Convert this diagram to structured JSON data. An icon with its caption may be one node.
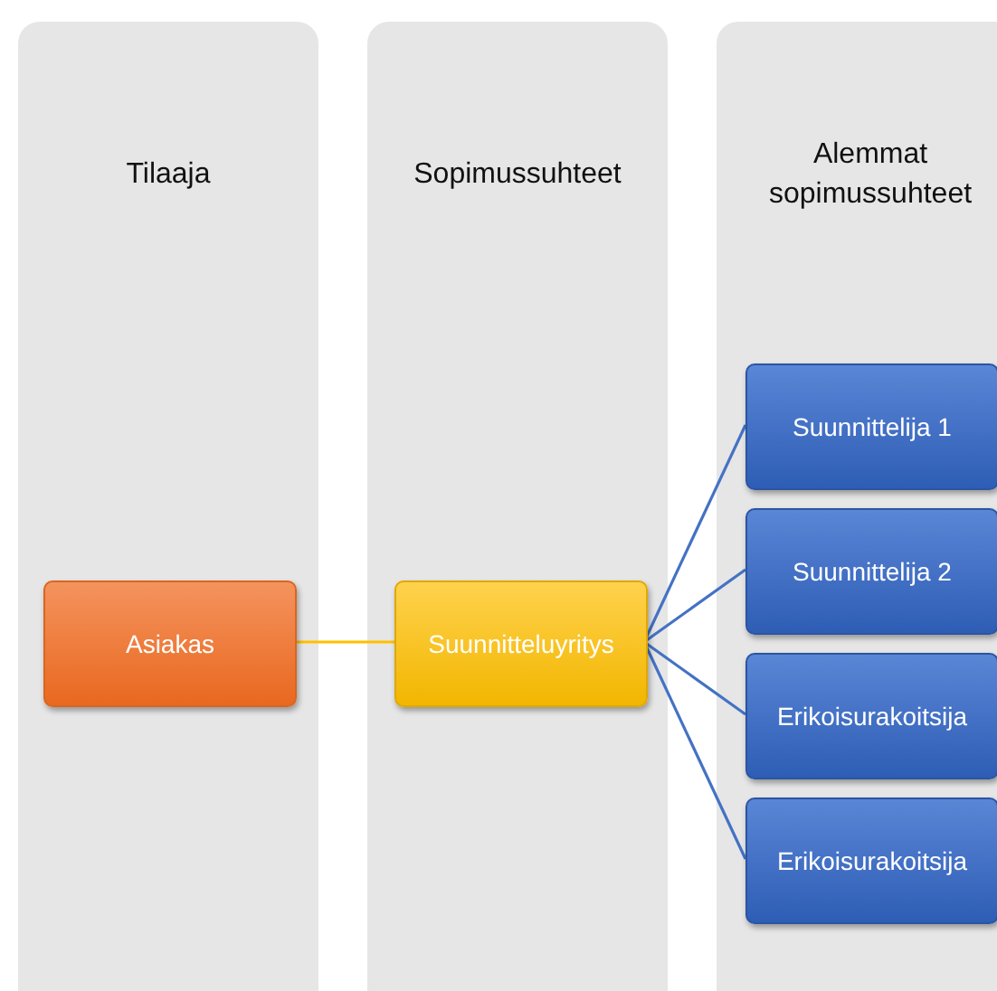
{
  "diagram": {
    "nodes": [
      {
        "text": [
          "Tilaaja"
        ]
      },
      {
        "text": [
          "Sopimussuhteet"
        ]
      },
      {
        "text": [
          "Alemmat sopimussuhteet"
        ]
      },
      {
        "text": [
          "Asiakas"
        ],
        "in": 0
      },
      {
        "text": [
          "Suunnitteluyritys"
        ],
        "in": 1
      },
      {
        "text": [
          "Suunnittelija 1"
        ],
        "in": 2
      },
      {
        "text": [
          "Suunnittelija 2"
        ],
        "in": 2
      },
      {
        "text": [
          "Erikoisurakoitsija"
        ],
        "in": 2
      },
      {
        "text": [
          "Erikoisurakoitsija"
        ],
        "in": 2
      }
    ],
    "edges": [
      {
        "from": 3,
        "to": 4,
        "arrow": "none",
        "color": "#ffc000"
      },
      {
        "from": 4,
        "to": 5,
        "arrow": "none"
      },
      {
        "from": 4,
        "to": 6,
        "arrow": "none"
      },
      {
        "from": 4,
        "to": 7,
        "arrow": "none"
      },
      {
        "from": 4,
        "to": 8,
        "arrow": "none"
      }
    ]
  }
}
